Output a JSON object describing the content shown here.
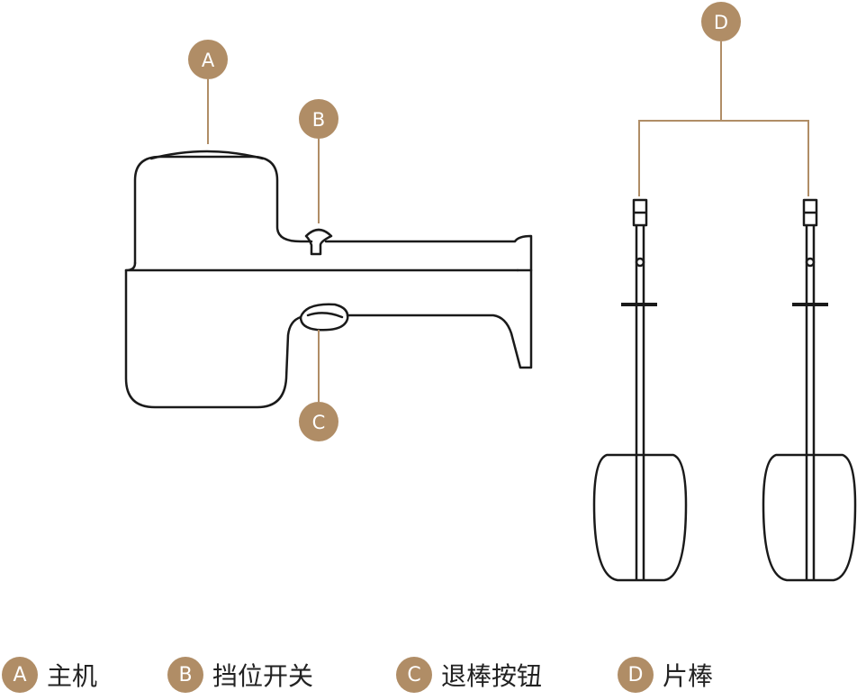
{
  "colors": {
    "accent": "#b08d66",
    "stroke": "#1a1a1a",
    "text": "#222222"
  },
  "callouts": {
    "a": "A",
    "b": "B",
    "c": "C",
    "d": "D"
  },
  "legend": [
    {
      "letter": "A",
      "label": "主机"
    },
    {
      "letter": "B",
      "label": "挡位开关"
    },
    {
      "letter": "C",
      "label": "退棒按钮"
    },
    {
      "letter": "D",
      "label": "片棒"
    }
  ]
}
